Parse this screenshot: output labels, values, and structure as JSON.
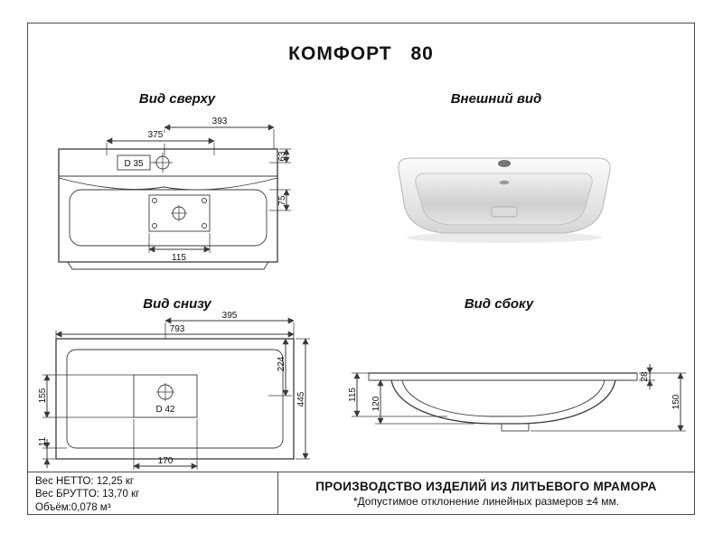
{
  "title": "КОМФОРТ 80",
  "views": {
    "top": {
      "label": "Вид сверху",
      "dims": {
        "d393": "393",
        "d375": "375",
        "d63": "63",
        "hole": "D 35",
        "d75": "75",
        "d115": "115"
      }
    },
    "external": {
      "label": "Внешний вид"
    },
    "bottom": {
      "label": "Вид снизу",
      "dims": {
        "d793": "793",
        "d395": "395",
        "d224": "224",
        "d445": "445",
        "d155": "155",
        "d11": "11",
        "d170": "170",
        "hole": "D 42"
      }
    },
    "side": {
      "label": "Вид сбоку",
      "dims": {
        "d115": "115",
        "d120": "120",
        "d28": "28",
        "d150": "150"
      }
    }
  },
  "footer": {
    "net_weight": "Вес НЕТТО: 12,25 кг",
    "gross_weight": "Вес БРУТТО: 13,70 кг",
    "volume": "Объём:0,078 м³",
    "production_line": "ПРОИЗВОДСТВО ИЗДЕЛИЙ ИЗ ЛИТЬЕВОГО МРАМОРА",
    "tolerance_line": "*Допустимое отклонение линейных размеров ±4 мм."
  }
}
